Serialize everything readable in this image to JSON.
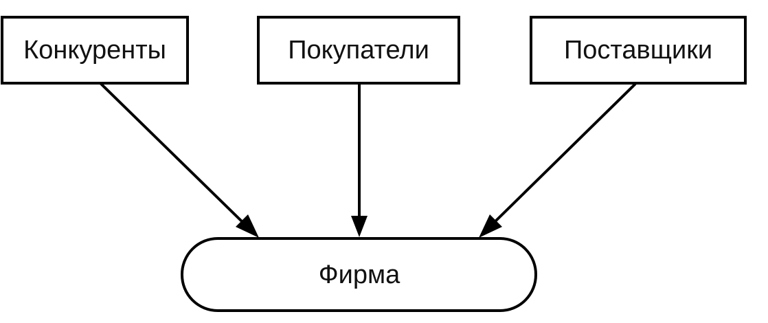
{
  "nodes": {
    "competitors": {
      "label": "Конкуренты"
    },
    "buyers": {
      "label": "Покупатели"
    },
    "suppliers": {
      "label": "Поставщики"
    },
    "firm": {
      "label": "Фирма"
    }
  },
  "edges": [
    {
      "from": "competitors",
      "to": "firm"
    },
    {
      "from": "buyers",
      "to": "firm"
    },
    {
      "from": "suppliers",
      "to": "firm"
    }
  ]
}
